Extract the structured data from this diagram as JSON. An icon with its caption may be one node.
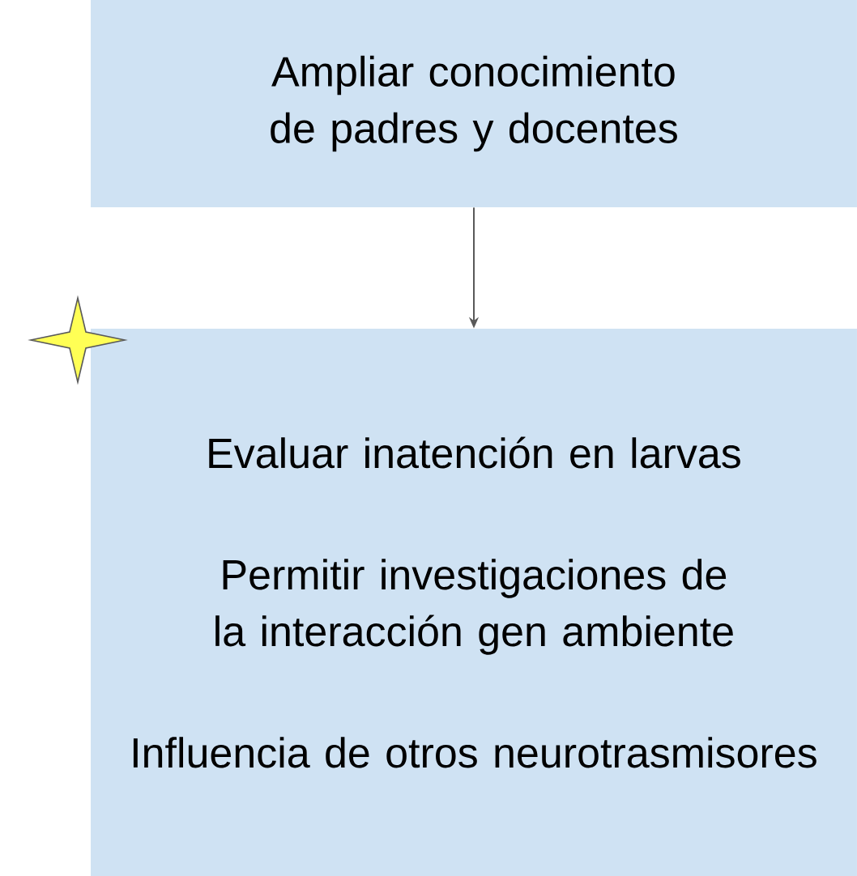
{
  "diagram": {
    "nodes": [
      {
        "text": [
          "Ampliar conocimiento de padres y docentes"
        ]
      },
      {
        "text": [
          "Evaluar inatención en larvas",
          "Permitir investigaciones de la interacción gen ambiente",
          "Influencia de otros neurotrasmisores"
        ]
      }
    ],
    "edges": [
      {
        "from": 0,
        "to": 1,
        "arrow": "to"
      }
    ]
  }
}
